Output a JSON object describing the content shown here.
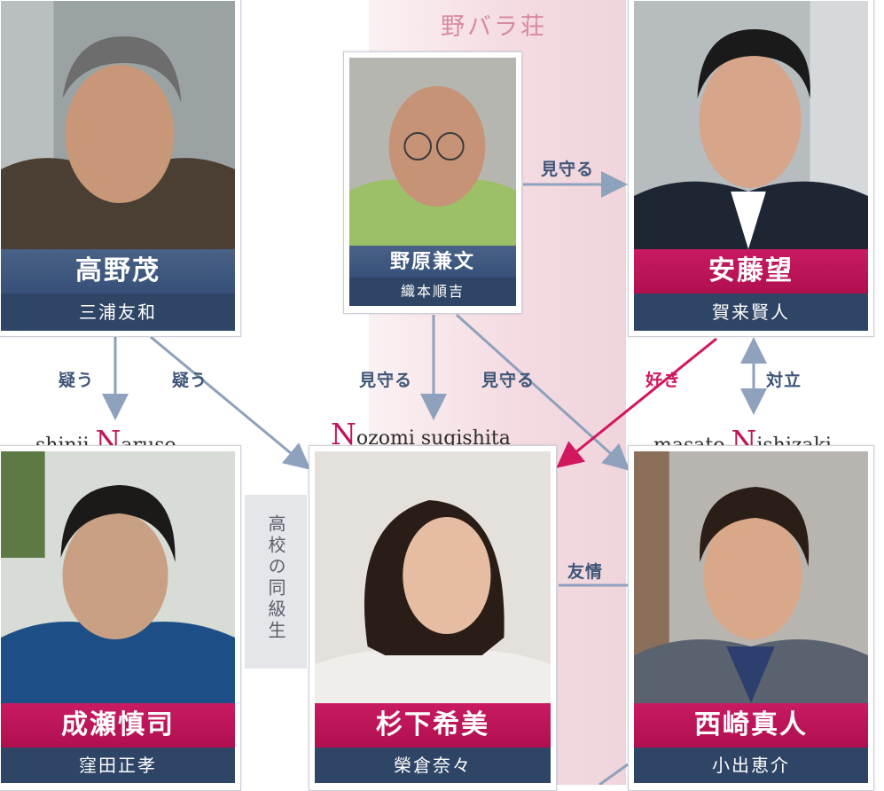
{
  "house_label": "野バラ荘",
  "characters": {
    "takano": {
      "name": "高野茂",
      "actor": "三浦友和"
    },
    "nohara": {
      "name": "野原兼文",
      "actor": "織本順吉"
    },
    "ando": {
      "name": "安藤望",
      "actor": "賀来賢人"
    },
    "naruse": {
      "name": "成瀬慎司",
      "actor": "窪田正孝",
      "romaji_pre": "shinji ",
      "romaji_cap": "N",
      "romaji_post": "aruse"
    },
    "sugishita": {
      "name": "杉下希美",
      "actor": "榮倉奈々",
      "romaji_pre": "",
      "romaji_cap": "N",
      "romaji_post": "ozomi sugishita"
    },
    "nishizaki": {
      "name": "西崎真人",
      "actor": "小出恵介",
      "romaji_pre": "masato ",
      "romaji_cap": "N",
      "romaji_post": "ishizaki"
    }
  },
  "relations": {
    "nohara_to_ando": "見守る",
    "takano_to_naruse": "疑う",
    "takano_to_sugishita": "疑う",
    "nohara_to_sugishita": "見守る",
    "nohara_to_nishizaki": "見守る",
    "ando_to_sugishita": "好き",
    "ando_vs_nishizaki": "対立",
    "sugishita_nishizaki": "友情",
    "naruse_sugishita": "高校の同級生"
  },
  "colors": {
    "navy": "#36507a",
    "magenta": "#c0165a",
    "relation_text": "#3e5577",
    "arrow_gray": "#8ea1bd",
    "arrow_pink": "#d1175f"
  }
}
